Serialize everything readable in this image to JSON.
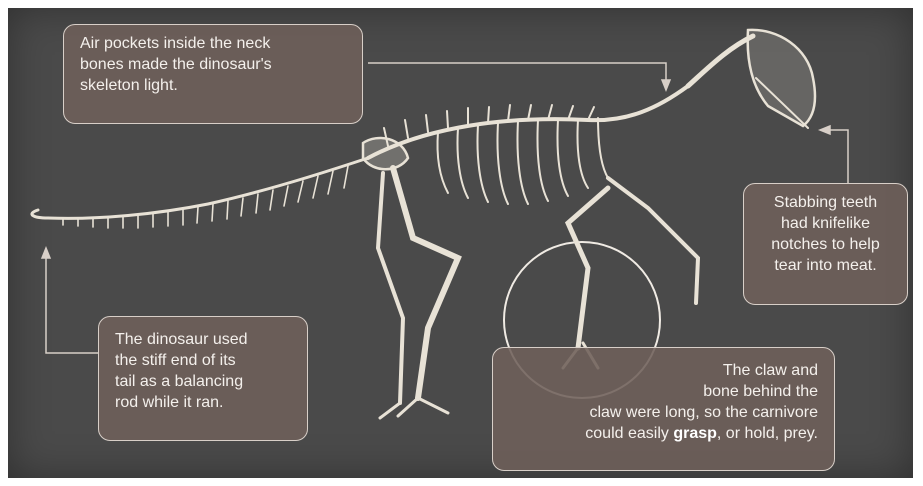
{
  "callouts": {
    "neck": {
      "lines": [
        "Air pockets inside the neck",
        "bones made the dinosaur's",
        "skeleton light."
      ]
    },
    "teeth": {
      "lines": [
        "Stabbing teeth",
        "had knifelike",
        "notches to help",
        "tear into meat."
      ]
    },
    "tail": {
      "lines": [
        "The dinosaur used",
        "the stiff end of its",
        "tail as a balancing",
        "rod while it ran."
      ]
    },
    "claw": {
      "line1": "The claw and",
      "line2": "bone behind the",
      "line3": "claw were long, so the carnivore",
      "line4_pre": "could easily ",
      "line4_bold": "grasp",
      "line4_post": ", or hold, prey."
    }
  },
  "colors": {
    "background": "#4a4a4a",
    "callout_fill": "#6e605a",
    "callout_border": "#d8cfc8",
    "bone": "#e8e2d6",
    "pointer": "#d8cfc8"
  }
}
